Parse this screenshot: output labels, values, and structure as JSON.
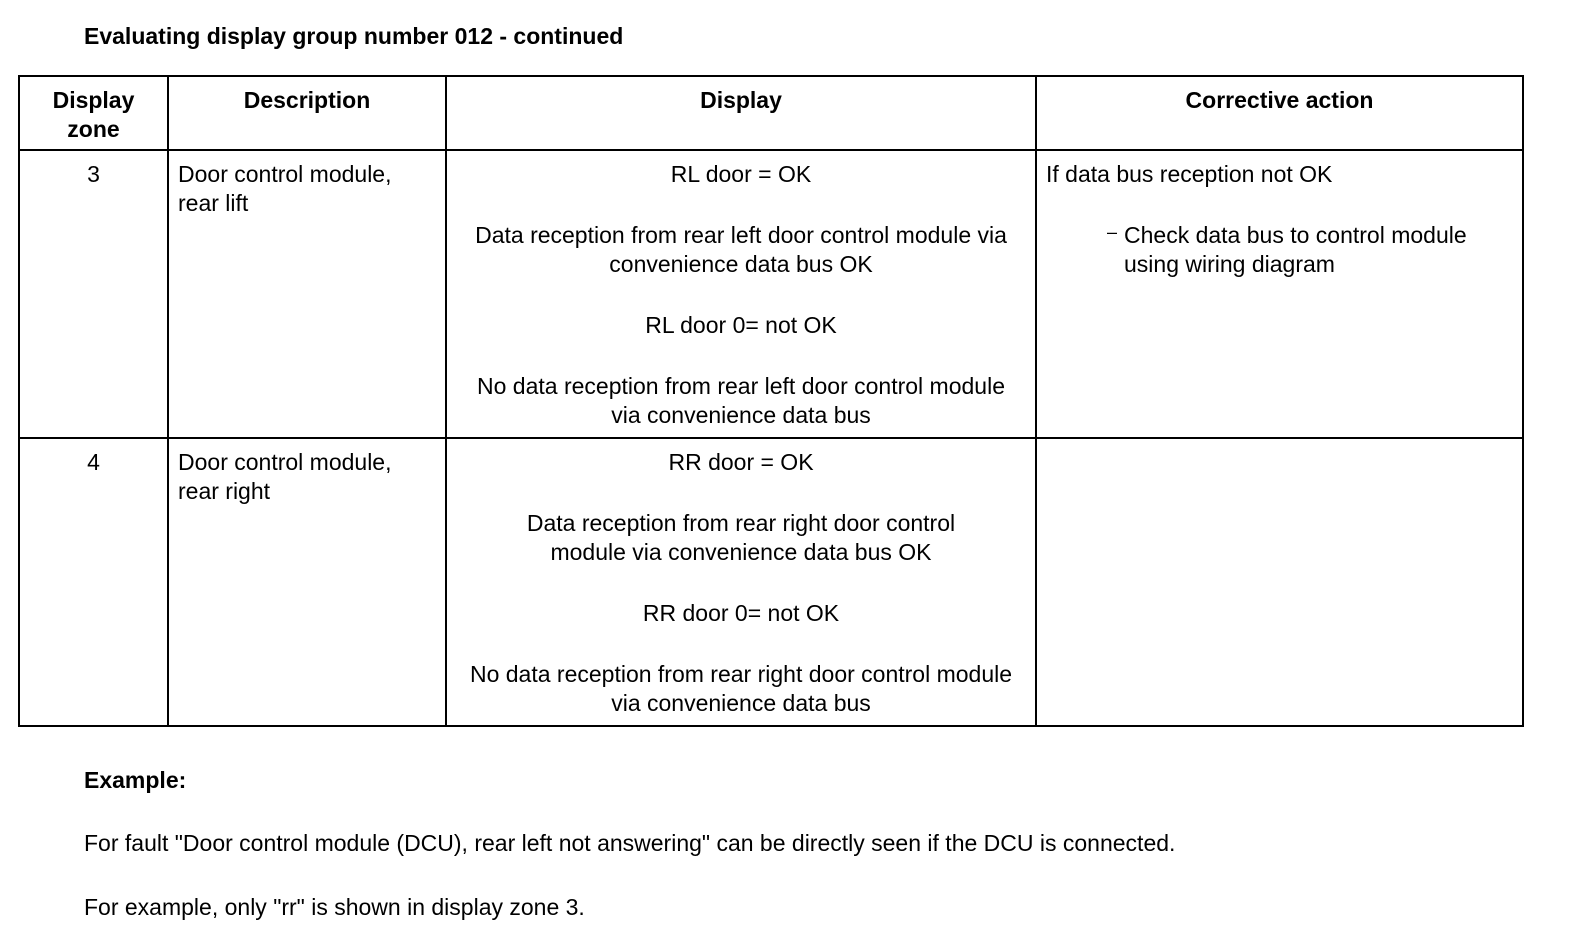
{
  "title": "Evaluating display group number 012 - continued",
  "table": {
    "headers": [
      "Display zone",
      "Description",
      "Display",
      "Corrective action"
    ],
    "rows": [
      {
        "zone": "3",
        "description": "Door control module, rear lift",
        "display": [
          "RL door = OK",
          "Data reception from rear left door control module via convenience data bus OK",
          "RL door 0= not OK",
          "No data reception from rear left door control module via convenience data bus"
        ],
        "corrective_condition": "If data bus reception not OK",
        "corrective_step": "Check data bus to control module using wiring diagram"
      },
      {
        "zone": "4",
        "description": "Door control module, rear right",
        "display": [
          "RR door = OK",
          "Data reception from rear right door control module via convenience data bus OK",
          "RR door 0= not OK",
          "No data reception from rear right door control module via convenience data bus"
        ],
        "corrective_condition": "",
        "corrective_step": ""
      }
    ]
  },
  "example": {
    "heading": "Example:",
    "paragraph1": "For fault \"Door control module (DCU), rear left not answering\" can be directly seen if the DCU is connected.",
    "paragraph2": "For example, only \"rr\" is shown in display zone 3."
  }
}
